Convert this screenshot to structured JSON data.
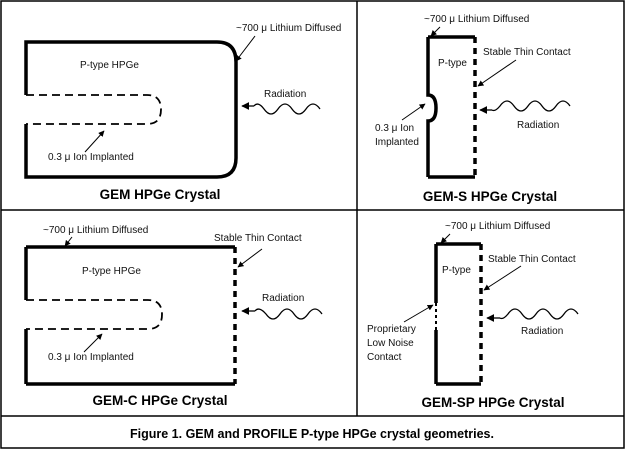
{
  "panels": [
    {
      "title": "GEM HPGe Crystal",
      "labels": {
        "diffused": "~700 μ Lithium Diffused",
        "type": "P-type HPGe",
        "radiation": "Radiation",
        "implanted": "0.3 μ Ion Implanted"
      }
    },
    {
      "title": "GEM-S HPGe Crystal",
      "labels": {
        "diffused": "~700 μ Lithium Diffused",
        "type": "P-type",
        "contact": "Stable Thin Contact",
        "implanted_line1": "0.3 μ Ion",
        "implanted_line2": "Implanted",
        "radiation": "Radiation"
      }
    },
    {
      "title": "GEM-C HPGe Crystal",
      "labels": {
        "diffused": "~700 μ Lithium Diffused",
        "contact": "Stable Thin Contact",
        "type": "P-type HPGe",
        "radiation": "Radiation",
        "implanted": "0.3 μ Ion Implanted"
      }
    },
    {
      "title": "GEM-SP HPGe Crystal",
      "labels": {
        "diffused": "~700 μ Lithium Diffused",
        "type": "P-type",
        "contact": "Stable Thin Contact",
        "low_noise_line1": "Proprietary",
        "low_noise_line2": "Low Noise",
        "low_noise_line3": "Contact",
        "radiation": "Radiation"
      }
    }
  ],
  "caption": "Figure 1.  GEM and PROFILE P-type HPGe crystal geometries."
}
